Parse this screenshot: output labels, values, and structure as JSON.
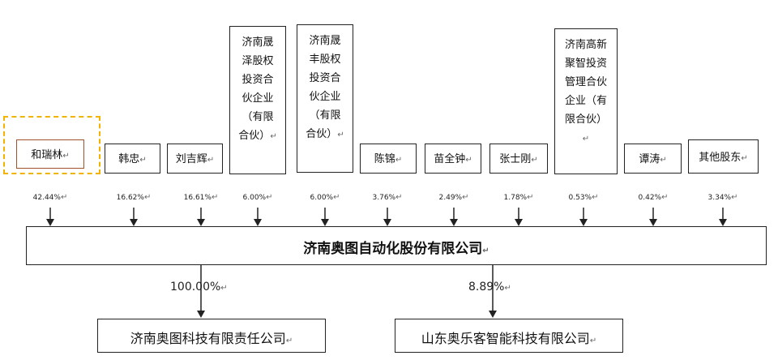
{
  "shareholders": [
    {
      "name": "和瑞林",
      "mark": "↵",
      "pct": "42.44%",
      "highlight": true
    },
    {
      "name": "韩忠",
      "mark": "↵",
      "pct": "16.62%"
    },
    {
      "name": "刘吉辉",
      "mark": "↵",
      "pct": "16.61%"
    },
    {
      "name": "济南晟泽股权投资合伙企业（有限合伙）",
      "mark": "↵",
      "pct": "6.00%"
    },
    {
      "name": "济南晟丰股权投资合伙企业（有限合伙）",
      "mark": "↵",
      "pct": "6.00%"
    },
    {
      "name": "陈锦",
      "mark": "↵",
      "pct": "3.76%"
    },
    {
      "name": "苗全钟",
      "mark": "↵",
      "pct": "2.49%"
    },
    {
      "name": "张士刚",
      "mark": "↵",
      "pct": "1.78%"
    },
    {
      "name": "济南高新聚智投资管理合伙企业（有限合伙）",
      "mark": "↵",
      "pct": "0.53%"
    },
    {
      "name": "谭涛",
      "mark": "↵",
      "pct": "0.42%"
    },
    {
      "name": "其他股东",
      "mark": "↵",
      "pct": "3.34%"
    }
  ],
  "company": {
    "name": "济南奥图自动化股份有限公司",
    "mark": "↵"
  },
  "subsidiaries": [
    {
      "name": "济南奥图科技有限责任公司",
      "mark": "↵",
      "pct": "100.00%"
    },
    {
      "name": "山东奥乐客智能科技有限公司",
      "mark": "↵",
      "pct": "8.89%"
    }
  ],
  "colors": {
    "highlight": "#f0b400",
    "highlight_border": "#a0522d",
    "line": "#222222"
  }
}
